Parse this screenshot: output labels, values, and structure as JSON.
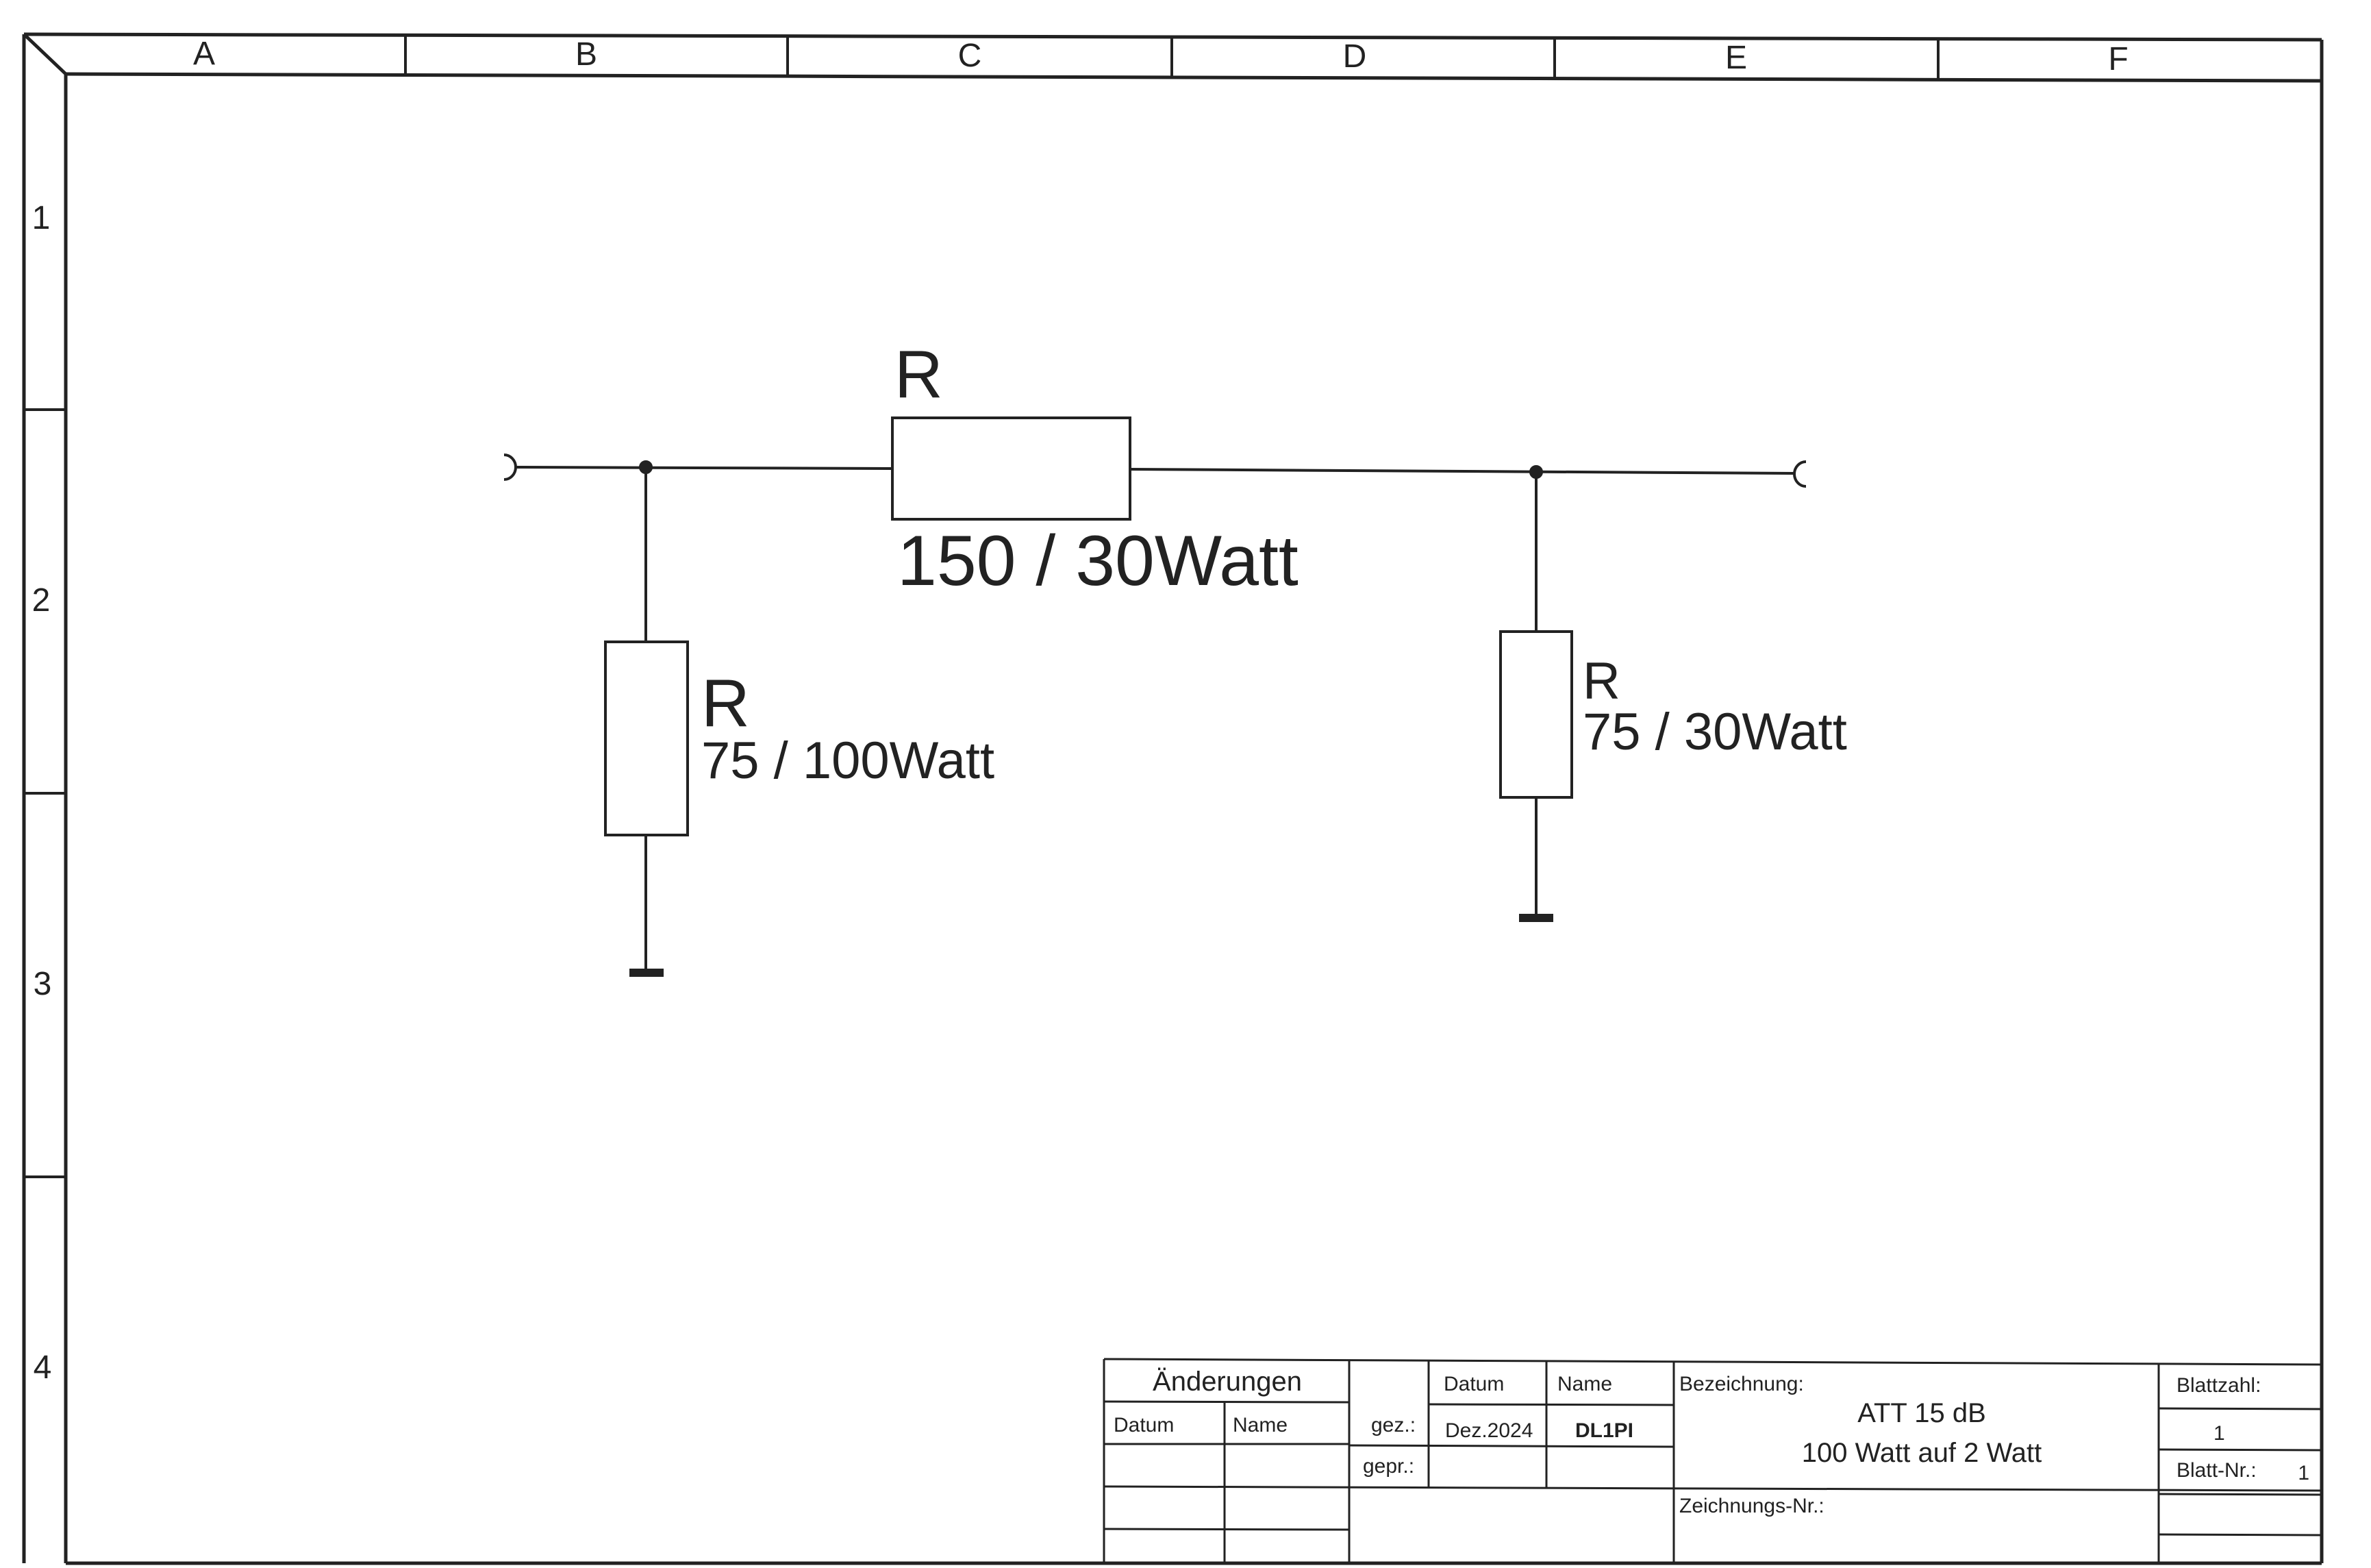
{
  "frame": {
    "columns": [
      "A",
      "B",
      "C",
      "D",
      "E",
      "F"
    ],
    "rows": [
      "1",
      "2",
      "3",
      "4"
    ]
  },
  "circuit": {
    "series_resistor": {
      "name": "R",
      "value": "150 / 30Watt"
    },
    "shunt_left": {
      "name": "R",
      "value": "75 / 100Watt"
    },
    "shunt_right": {
      "name": "R",
      "value": "75 / 30Watt"
    }
  },
  "title_block": {
    "changes_header": "Änderungen",
    "changes_date_label": "Datum",
    "changes_name_label": "Name",
    "date_label": "Datum",
    "name_label": "Name",
    "drawn_label": "gez.:",
    "checked_label": "gepr.:",
    "drawn_date": "Dez.2024",
    "drawn_name": "DL1PI",
    "designation_label": "Bezeichnung:",
    "designation_line1": "ATT 15 dB",
    "designation_line2": "100 Watt auf 2 Watt",
    "drawing_no_label": "Zeichnungs-Nr.:",
    "sheet_count_label": "Blattzahl:",
    "sheet_count": "1",
    "sheet_no_label": "Blatt-Nr.:",
    "sheet_no": "1"
  }
}
